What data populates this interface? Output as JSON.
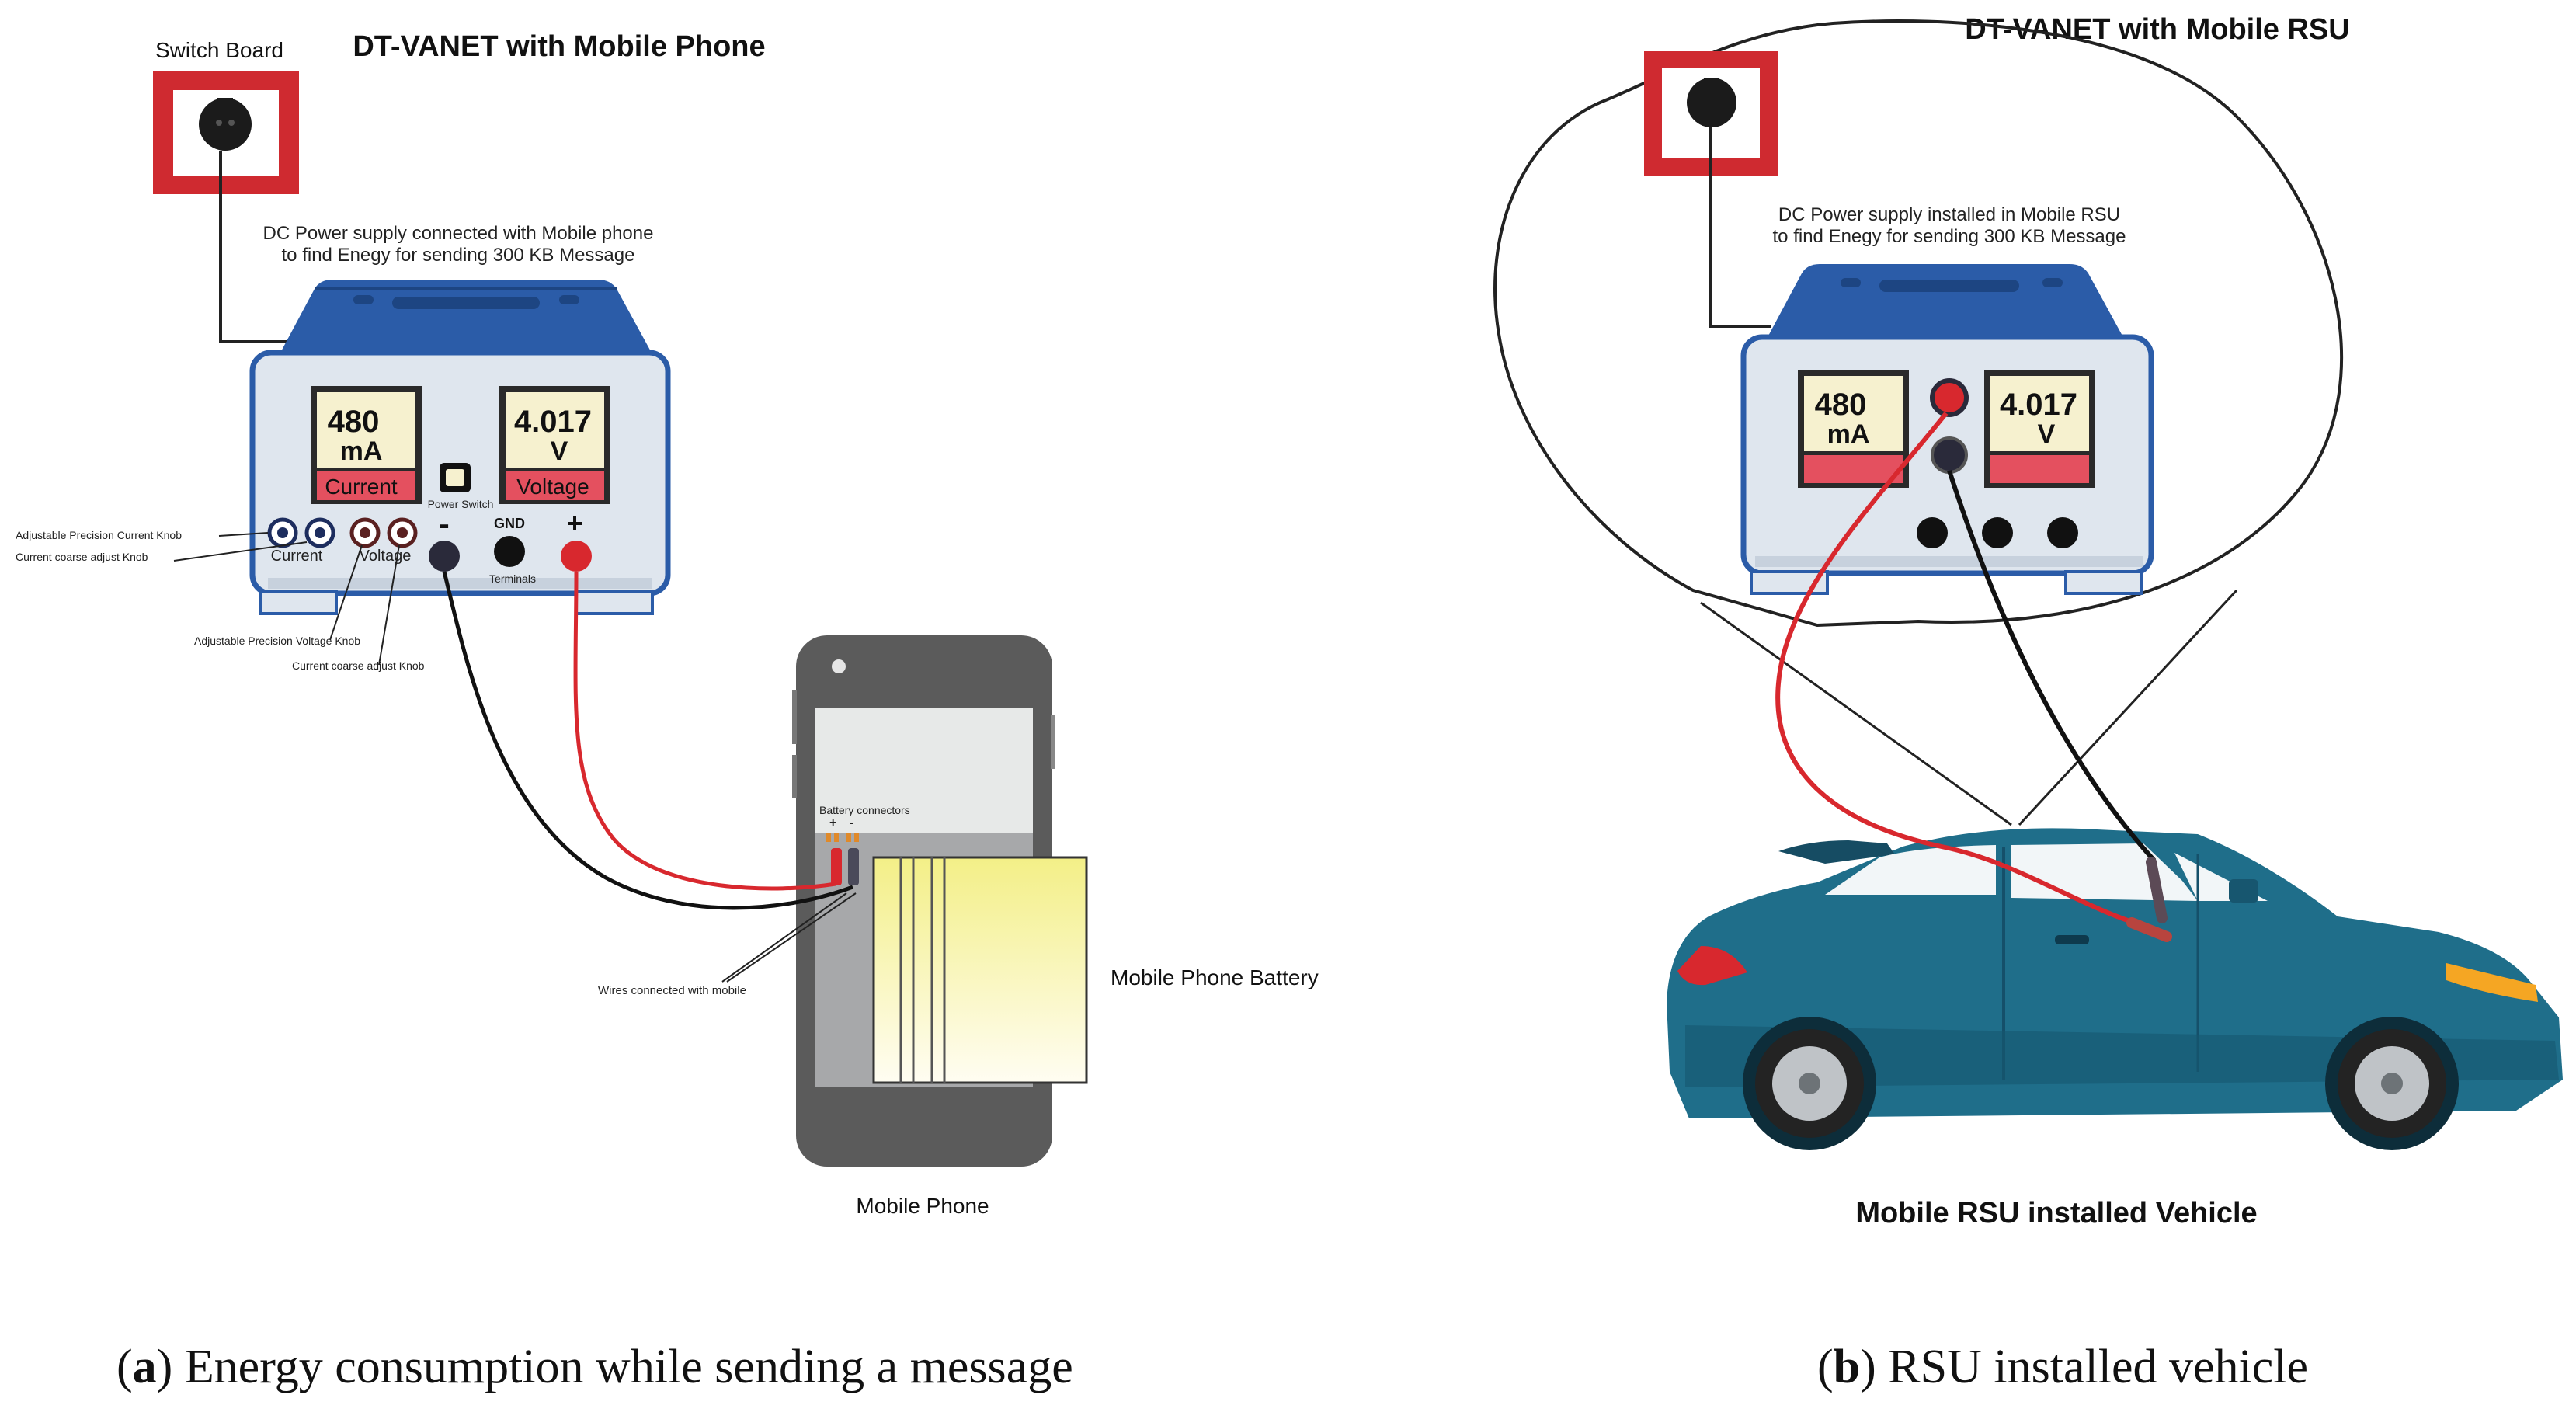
{
  "left": {
    "title": "DT-VANET with Mobile Phone",
    "switch_board_label": "Switch Board",
    "dc_note_line1": "DC Power supply connected with Mobile phone",
    "dc_note_line2": "to find Enegy for sending 300 KB Message",
    "current_display": "480",
    "current_unit": "mA",
    "current_label": "Current",
    "voltage_display": "4.017",
    "voltage_unit": "V",
    "voltage_label": "Voltage",
    "power_switch_label": "Power Switch",
    "knob_current_label": "Current",
    "knob_voltage_label": "Voltage",
    "minus_symbol": "-",
    "gnd_label": "GND",
    "plus_symbol": "+",
    "terminals_label": "Terminals",
    "ann_adj_current": "Adjustable Precision Current Knob",
    "ann_coarse_current": "Current coarse adjust Knob",
    "ann_adj_voltage": "Adjustable Precision Voltage Knob",
    "ann_coarse_current2": "Current coarse adjust Knob",
    "battery_connectors": "Battery connectors",
    "bc_plus": "+",
    "bc_minus": "-",
    "wires_label": "Wires connected with mobile",
    "battery_label": "Mobile Phone Battery",
    "phone_label": "Mobile Phone",
    "caption_letter": "a",
    "caption_text": " Energy consumption while sending a message"
  },
  "right": {
    "title": "DT-VANET with Mobile RSU",
    "dc_note_line1": "DC Power supply installed in Mobile RSU",
    "dc_note_line2": "to find Enegy for sending 300 KB Message",
    "current_display": "480",
    "current_unit": "mA",
    "voltage_display": "4.017",
    "voltage_unit": "V",
    "vehicle_label": "Mobile RSU installed Vehicle",
    "caption_letter": "b",
    "caption_text": " RSU installed vehicle"
  },
  "colors": {
    "psu_blue": "#2b5ca8",
    "psu_body": "#dfe6ee",
    "display_bg": "#f6f1cf",
    "label_red": "#e4505f",
    "wire_red": "#d8282e",
    "car_teal": "#1f6e8a",
    "socket_red": "#cf2a30",
    "phone_gray": "#5b5b5b"
  }
}
